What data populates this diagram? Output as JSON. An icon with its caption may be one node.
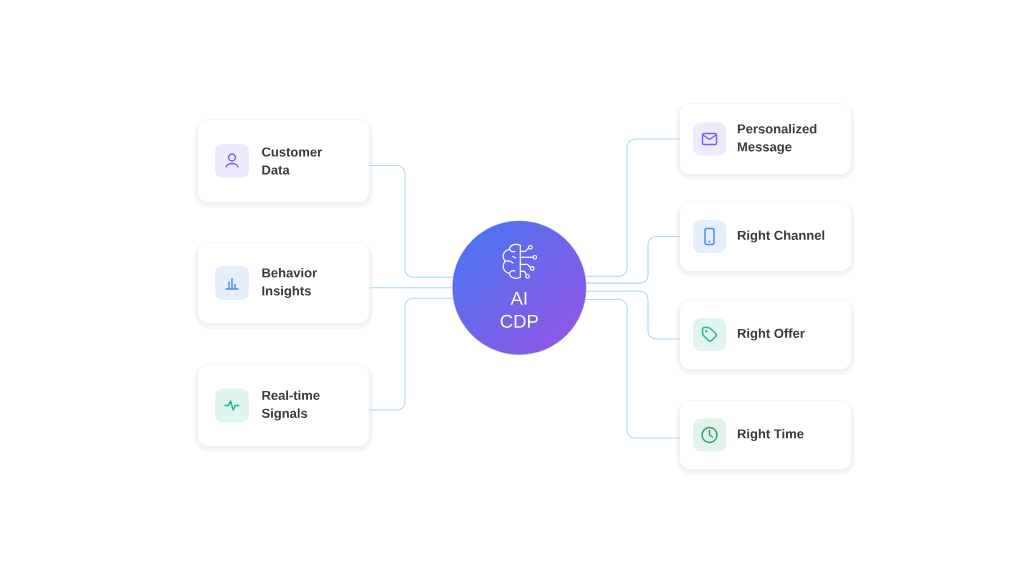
{
  "diagram": {
    "nodes": [
      {
        "text": [
          "Customer Data"
        ]
      },
      {
        "text": [
          "Behavior Insights"
        ]
      },
      {
        "text": [
          "Real-time Signals"
        ]
      },
      {
        "text": [
          "AI CDP"
        ]
      },
      {
        "text": [
          "Personalized Message"
        ]
      },
      {
        "text": [
          "Right Channel"
        ]
      },
      {
        "text": [
          "Right Offer"
        ]
      },
      {
        "text": [
          "Right Time"
        ]
      }
    ],
    "edges": [
      {
        "from": 0,
        "to": 3,
        "arrow": "none"
      },
      {
        "from": 1,
        "to": 3,
        "arrow": "none"
      },
      {
        "from": 2,
        "to": 3,
        "arrow": "none"
      },
      {
        "from": 3,
        "to": 4,
        "arrow": "none"
      },
      {
        "from": 3,
        "to": 5,
        "arrow": "none"
      },
      {
        "from": 3,
        "to": 6,
        "arrow": "none"
      },
      {
        "from": 3,
        "to": 7,
        "arrow": "none"
      }
    ]
  }
}
